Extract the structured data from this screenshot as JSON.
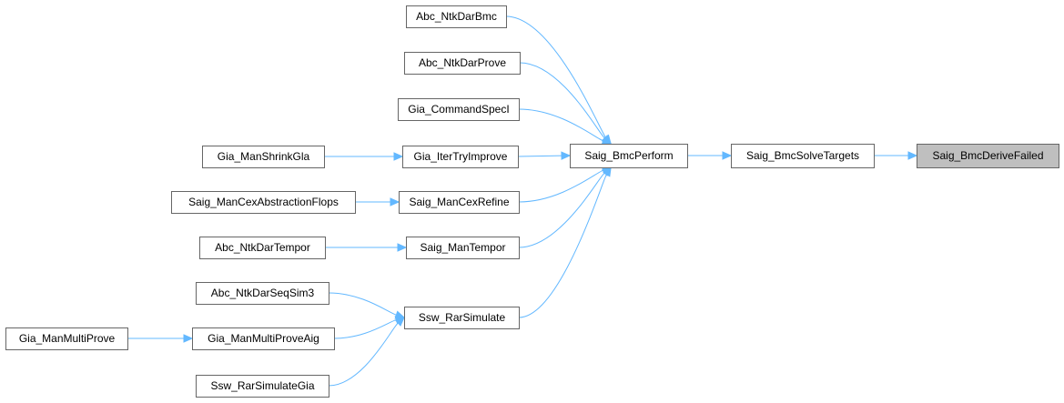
{
  "diagram": {
    "nodes": [
      {
        "id": "abc_ntkdarbmc",
        "label": "Abc_NtkDarBmc"
      },
      {
        "id": "abc_ntkdarprove",
        "label": "Abc_NtkDarProve"
      },
      {
        "id": "gia_commandspeci",
        "label": "Gia_CommandSpecI"
      },
      {
        "id": "gia_manshrinkgla",
        "label": "Gia_ManShrinkGla"
      },
      {
        "id": "gia_itertryimprove",
        "label": "Gia_IterTryImprove"
      },
      {
        "id": "saig_mancexabstractionflops",
        "label": "Saig_ManCexAbstractionFlops"
      },
      {
        "id": "saig_mancexrefine",
        "label": "Saig_ManCexRefine"
      },
      {
        "id": "abc_ntkdartempor",
        "label": "Abc_NtkDarTempor"
      },
      {
        "id": "saig_mantempor",
        "label": "Saig_ManTempor"
      },
      {
        "id": "abc_ntkdarseqsim3",
        "label": "Abc_NtkDarSeqSim3"
      },
      {
        "id": "gia_manmultiprove",
        "label": "Gia_ManMultiProve"
      },
      {
        "id": "gia_manmultiproveaig",
        "label": "Gia_ManMultiProveAig"
      },
      {
        "id": "ssw_rarsimulategia",
        "label": "Ssw_RarSimulateGia"
      },
      {
        "id": "ssw_rarsimulate",
        "label": "Ssw_RarSimulate"
      },
      {
        "id": "saig_bmcperform",
        "label": "Saig_BmcPerform"
      },
      {
        "id": "saig_bmcsolvetargets",
        "label": "Saig_BmcSolveTargets"
      },
      {
        "id": "saig_bmcderivefailed",
        "label": "Saig_BmcDeriveFailed",
        "highlighted": true
      }
    ],
    "edges": [
      {
        "from": "abc_ntkdarbmc",
        "to": "saig_bmcperform"
      },
      {
        "from": "abc_ntkdarprove",
        "to": "saig_bmcperform"
      },
      {
        "from": "gia_commandspeci",
        "to": "saig_bmcperform"
      },
      {
        "from": "gia_itertryimprove",
        "to": "saig_bmcperform"
      },
      {
        "from": "saig_mancexrefine",
        "to": "saig_bmcperform"
      },
      {
        "from": "saig_mantempor",
        "to": "saig_bmcperform"
      },
      {
        "from": "ssw_rarsimulate",
        "to": "saig_bmcperform"
      },
      {
        "from": "gia_manshrinkgla",
        "to": "gia_itertryimprove"
      },
      {
        "from": "saig_mancexabstractionflops",
        "to": "saig_mancexrefine"
      },
      {
        "from": "abc_ntkdartempor",
        "to": "saig_mantempor"
      },
      {
        "from": "abc_ntkdarseqsim3",
        "to": "ssw_rarsimulate"
      },
      {
        "from": "gia_manmultiproveaig",
        "to": "ssw_rarsimulate"
      },
      {
        "from": "ssw_rarsimulategia",
        "to": "ssw_rarsimulate"
      },
      {
        "from": "gia_manmultiprove",
        "to": "gia_manmultiproveaig"
      },
      {
        "from": "saig_bmcperform",
        "to": "saig_bmcsolvetargets"
      },
      {
        "from": "saig_bmcsolvetargets",
        "to": "saig_bmcderivefailed"
      }
    ],
    "colors": {
      "edge": "#63b8ff",
      "node_border": "#666666",
      "node_fill": "#ffffff",
      "highlight_fill": "#bfbfbf"
    }
  }
}
